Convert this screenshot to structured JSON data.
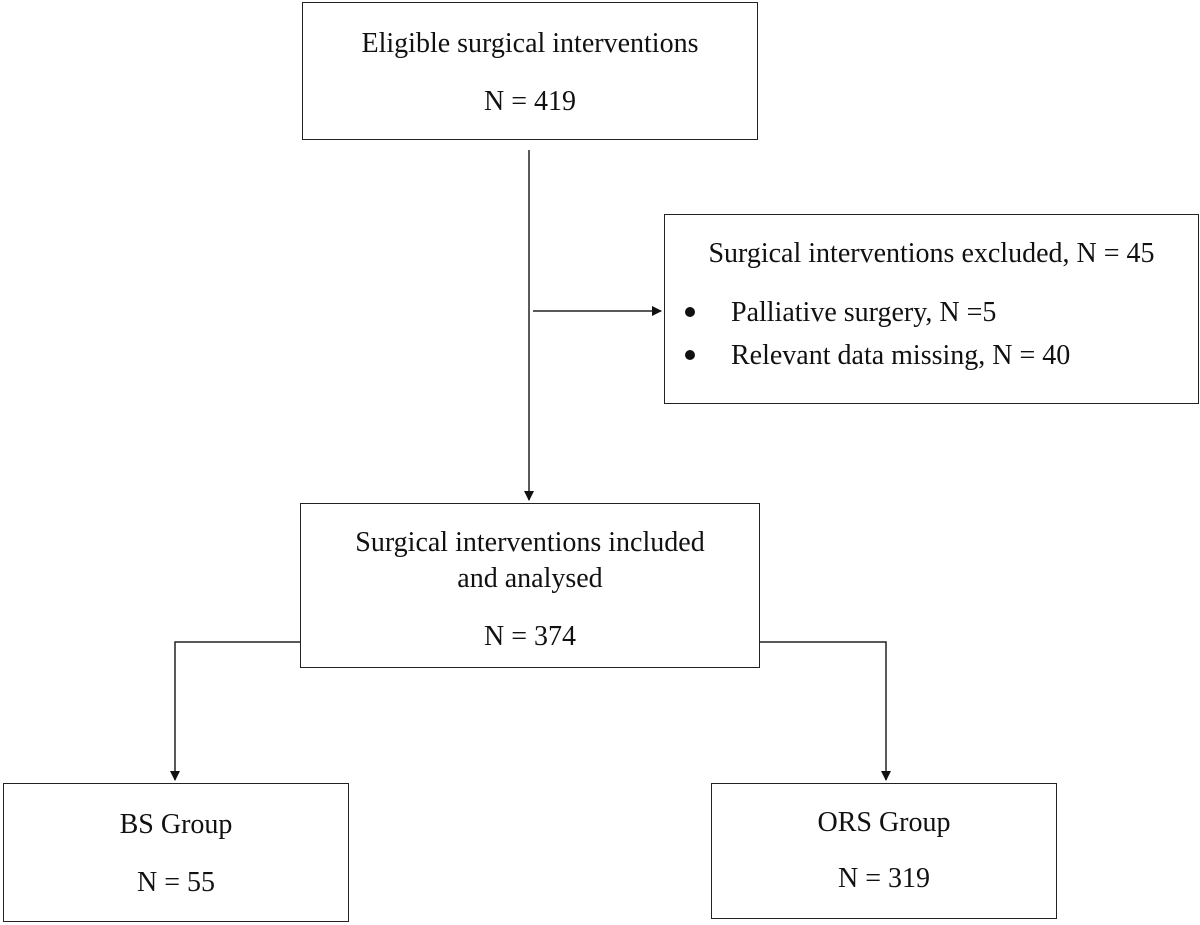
{
  "eligible": {
    "title": "Eligible surgical interventions",
    "count": "N = 419"
  },
  "excluded": {
    "title": "Surgical interventions excluded, N = 45",
    "items": [
      "Palliative surgery, N =5",
      "Relevant data missing, N = 40"
    ]
  },
  "included": {
    "title_line1": "Surgical interventions included",
    "title_line2": "and analysed",
    "count": "N = 374"
  },
  "bs_group": {
    "title": "BS Group",
    "count": "N = 55"
  },
  "ors_group": {
    "title": "ORS Group",
    "count": "N = 319"
  }
}
